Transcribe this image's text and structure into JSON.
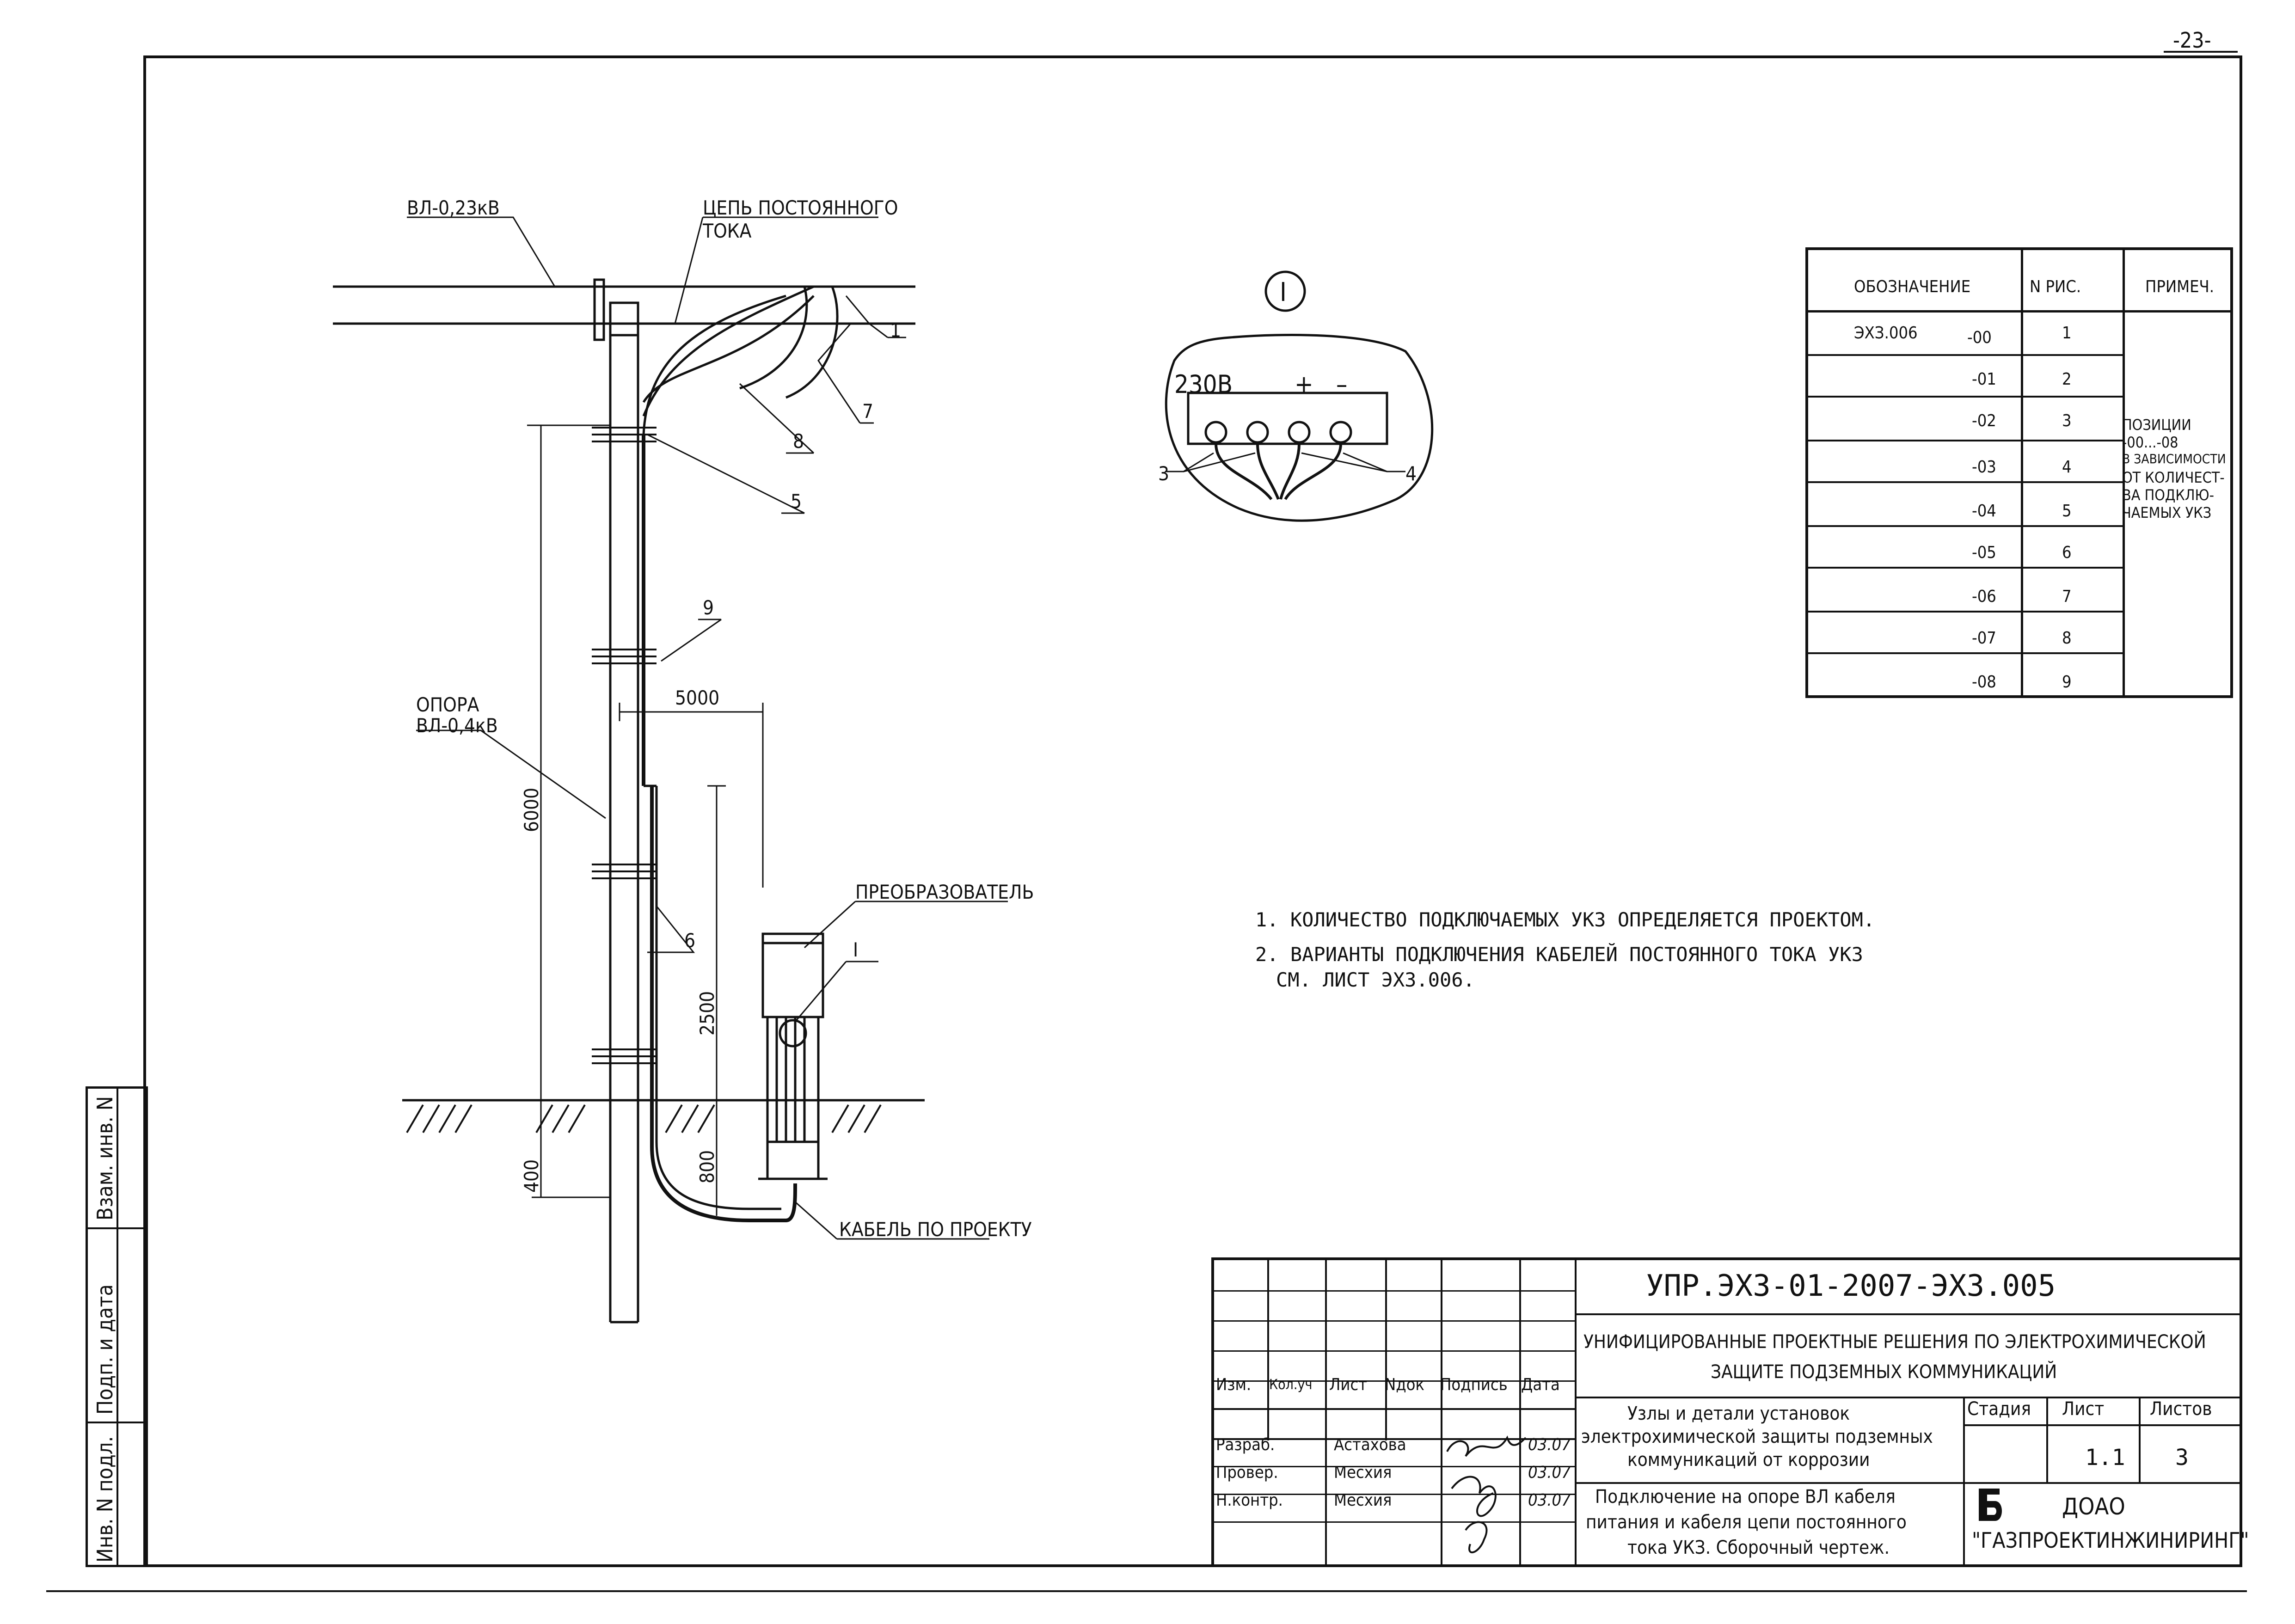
{
  "page": {
    "sheet_marker": "-23-"
  },
  "side_stamp": {
    "cells": [
      "Инв. N подл.",
      "Подп. и дата",
      "Взам. инв. N"
    ]
  },
  "drawing": {
    "labels": {
      "line_vl": "ВЛ-0,23кВ",
      "dc_circuit_1": "ЦЕПЬ ПОСТОЯННОГО",
      "dc_circuit_2": "ТОКА",
      "support_1": "ОПОРА",
      "support_2": "ВЛ-0,4кВ",
      "converter": "ПРЕОБРАЗОВАТЕЛЬ",
      "cable": "КАБЕЛЬ ПО ПРОЕКТУ",
      "callout_I": "I",
      "pos_1": "1",
      "pos_5": "5",
      "pos_6": "6",
      "pos_7": "7",
      "pos_8": "8",
      "pos_9": "9"
    },
    "dimensions": {
      "d5000": "5000",
      "d6000": "6000",
      "d2500": "2500",
      "d800": "800",
      "d400": "400"
    }
  },
  "detail": {
    "title": "I",
    "voltage": "230В",
    "plus": "+",
    "minus": "–",
    "pos_3": "3",
    "pos_4": "4"
  },
  "spec_table": {
    "headers": [
      "ОБОЗНАЧЕНИЕ",
      "N РИС.",
      "ПРИМЕЧ."
    ],
    "base": "ЭХЗ.006",
    "rows": [
      {
        "suffix": "-00",
        "fig": "1"
      },
      {
        "suffix": "-01",
        "fig": "2"
      },
      {
        "suffix": "-02",
        "fig": "3"
      },
      {
        "suffix": "-03",
        "fig": "4"
      },
      {
        "suffix": "-04",
        "fig": "5"
      },
      {
        "suffix": "-05",
        "fig": "6"
      },
      {
        "suffix": "-06",
        "fig": "7"
      },
      {
        "suffix": "-07",
        "fig": "8"
      },
      {
        "suffix": "-08",
        "fig": "9"
      }
    ],
    "note": [
      "ПОЗИЦИИ",
      "-00...-08",
      "В ЗАВИСИМОСТИ",
      "ОТ КОЛИЧЕСТ-",
      "ВА ПОДКЛЮ-",
      "ЧАЕМЫХ УКЗ"
    ]
  },
  "notes": [
    "1. КОЛИЧЕСТВО ПОДКЛЮЧАЕМЫХ УКЗ ОПРЕДЕЛЯЕТСЯ ПРОЕКТОМ.",
    "2. ВАРИАНТЫ ПОДКЛЮЧЕНИЯ КАБЕЛЕЙ ПОСТОЯННОГО ТОКА УКЗ",
    "СМ. ЛИСТ ЭХЗ.006."
  ],
  "title_block": {
    "code": "УПР.ЭХЗ-01-2007-ЭХЗ.005",
    "project_1": "УНИФИЦИРОВАННЫЕ ПРОЕКТНЫЕ РЕШЕНИЯ ПО ЭЛЕКТРОХИМИЧЕСКОЙ",
    "project_2": "ЗАЩИТЕ ПОДЗЕМНЫХ КОММУНИКАЦИЙ",
    "col_headers": [
      "Изм.",
      "Кол.уч",
      "Лист",
      "Nдок",
      "Подпись",
      "Дата"
    ],
    "people": [
      {
        "role": "Разраб.",
        "name": "Астахова",
        "date": "03.07"
      },
      {
        "role": "Провер.",
        "name": "Месхия",
        "date": "03.07"
      },
      {
        "role": "Н.контр.",
        "name": "Месхия",
        "date": "03.07"
      }
    ],
    "section_1": "Узлы и детали установок",
    "section_2": "электрохимической защиты подземных",
    "section_3": "коммуникаций от коррозии",
    "sheet_title_1": "Подключение на опоре ВЛ кабеля",
    "sheet_title_2": "питания и кабеля цепи постоянного",
    "sheet_title_3": "тока УКЗ. Сборочный чертеж.",
    "stage_label": "Стадия",
    "sheet_label": "Лист",
    "sheets_label": "Листов",
    "stage_value": "",
    "sheet_value": "1.1",
    "sheets_value": "3",
    "org_1": "ДОАО",
    "org_2": "\"ГАЗПРОЕКТИНЖИНИРИНГ\""
  }
}
